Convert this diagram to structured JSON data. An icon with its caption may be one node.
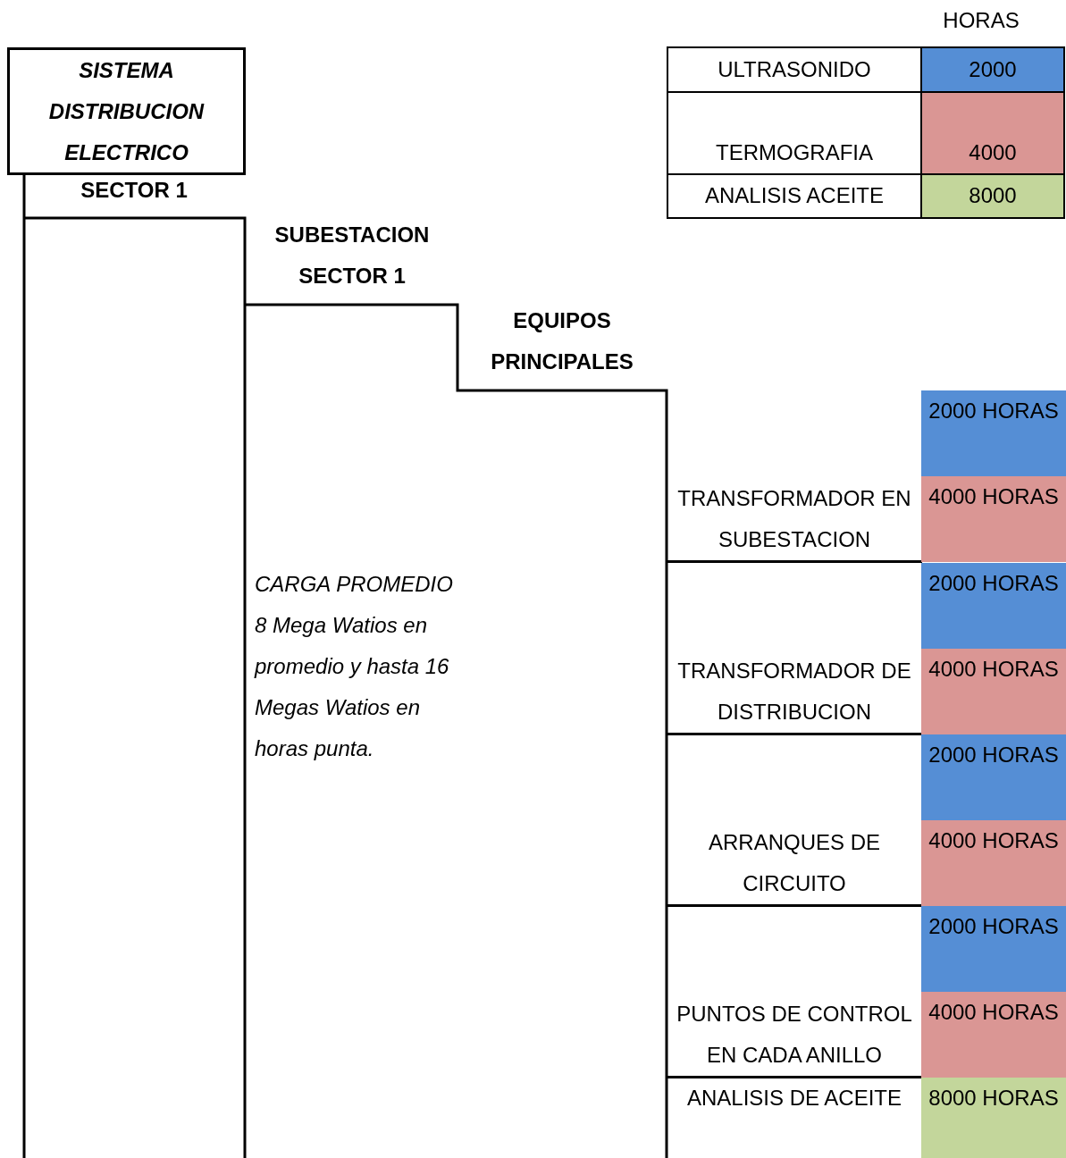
{
  "diagram": {
    "nodes": [
      {
        "text": [
          "SISTEMA DISTRIBUCION ELECTRICO"
        ]
      },
      {
        "text": [
          "ULTRASONIDO"
        ]
      },
      {
        "text": [
          "2000"
        ]
      },
      {
        "text": [
          "TERMOGRAFIA"
        ]
      },
      {
        "text": [
          "4000"
        ]
      },
      {
        "text": [
          "ANALISIS ACEITE"
        ]
      },
      {
        "text": [
          "8000"
        ]
      },
      {
        "text": [
          "TRANSFORMADOR EN SUBESTACION"
        ]
      },
      {
        "text": [
          "2000 HORAS"
        ]
      },
      {
        "text": [
          "4000 HORAS"
        ]
      },
      {
        "text": [
          "TRANSFORMADOR DE DISTRIBUCION"
        ]
      },
      {
        "text": [
          "2000 HORAS"
        ]
      },
      {
        "text": [
          "4000 HORAS"
        ]
      },
      {
        "text": [
          "ARRANQUES DE CIRCUITO"
        ]
      },
      {
        "text": [
          "2000 HORAS"
        ]
      },
      {
        "text": [
          "4000 HORAS"
        ]
      },
      {
        "text": [
          "PUNTOS DE CONTROL EN CADA ANILLO"
        ]
      },
      {
        "text": [
          "2000 HORAS"
        ]
      },
      {
        "text": [
          "4000 HORAS"
        ]
      },
      {
        "text": [
          "ANALISIS DE ACEITE"
        ]
      },
      {
        "text": [
          "8000 HORAS"
        ]
      }
    ],
    "labels": [
      "HORAS",
      "SECTOR 1",
      "SUBESTACION SECTOR 1",
      "EQUIPOS PRINCIPALES",
      "CARGA PROMEDIO 8 Mega Watios en promedio y hasta 16 Megas Watios en horas punta."
    ]
  }
}
